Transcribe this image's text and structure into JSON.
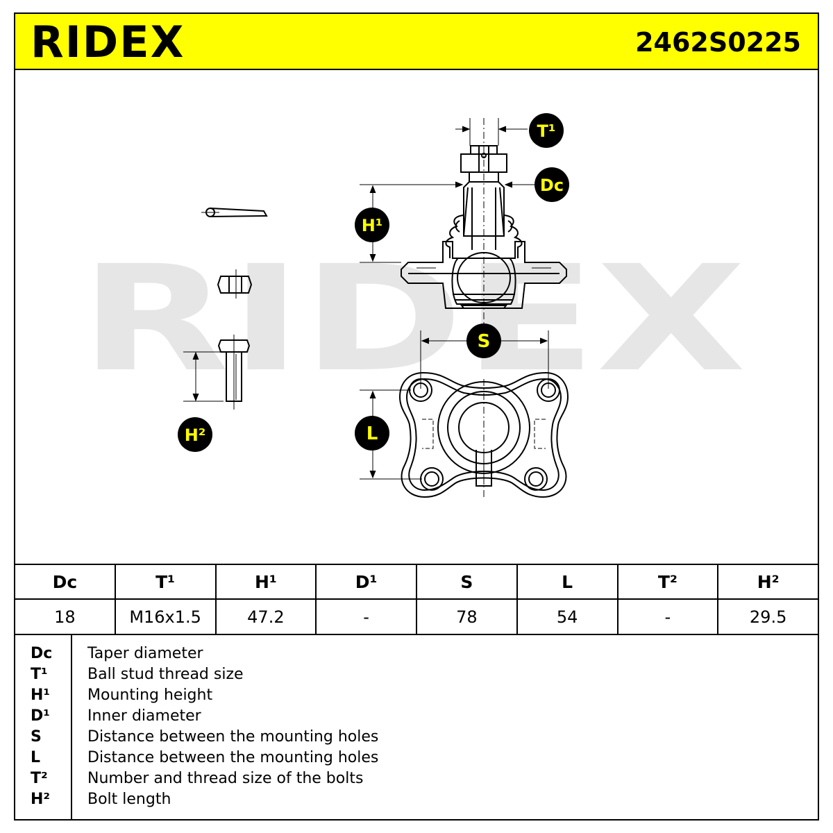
{
  "header": {
    "brand": "RIDEX",
    "part_number": "2462S0225",
    "colors": {
      "accent": "#ffff00",
      "ink": "#000000",
      "watermark": "#e6e6e6"
    }
  },
  "drawing": {
    "watermark": "RIDEX",
    "labels": {
      "t1": "T¹",
      "dc": "Dc",
      "h1": "H¹",
      "s": "S",
      "l": "L",
      "h2": "H²"
    }
  },
  "table": {
    "headers": [
      "Dc",
      "T¹",
      "H¹",
      "D¹",
      "S",
      "L",
      "T²",
      "H²"
    ],
    "values": [
      "18",
      "M16x1.5",
      "47.2",
      "-",
      "78",
      "54",
      "-",
      "29.5"
    ]
  },
  "legend": [
    {
      "code": "Dc",
      "text": "Taper diameter"
    },
    {
      "code": "T¹",
      "text": "Ball stud thread size"
    },
    {
      "code": "H¹",
      "text": "Mounting height"
    },
    {
      "code": "D¹",
      "text": "Inner diameter"
    },
    {
      "code": "S",
      "text": "Distance between the mounting holes"
    },
    {
      "code": "L",
      "text": "Distance between the mounting holes"
    },
    {
      "code": "T²",
      "text": "Number and thread size of the bolts"
    },
    {
      "code": "H²",
      "text": "Bolt length"
    }
  ]
}
